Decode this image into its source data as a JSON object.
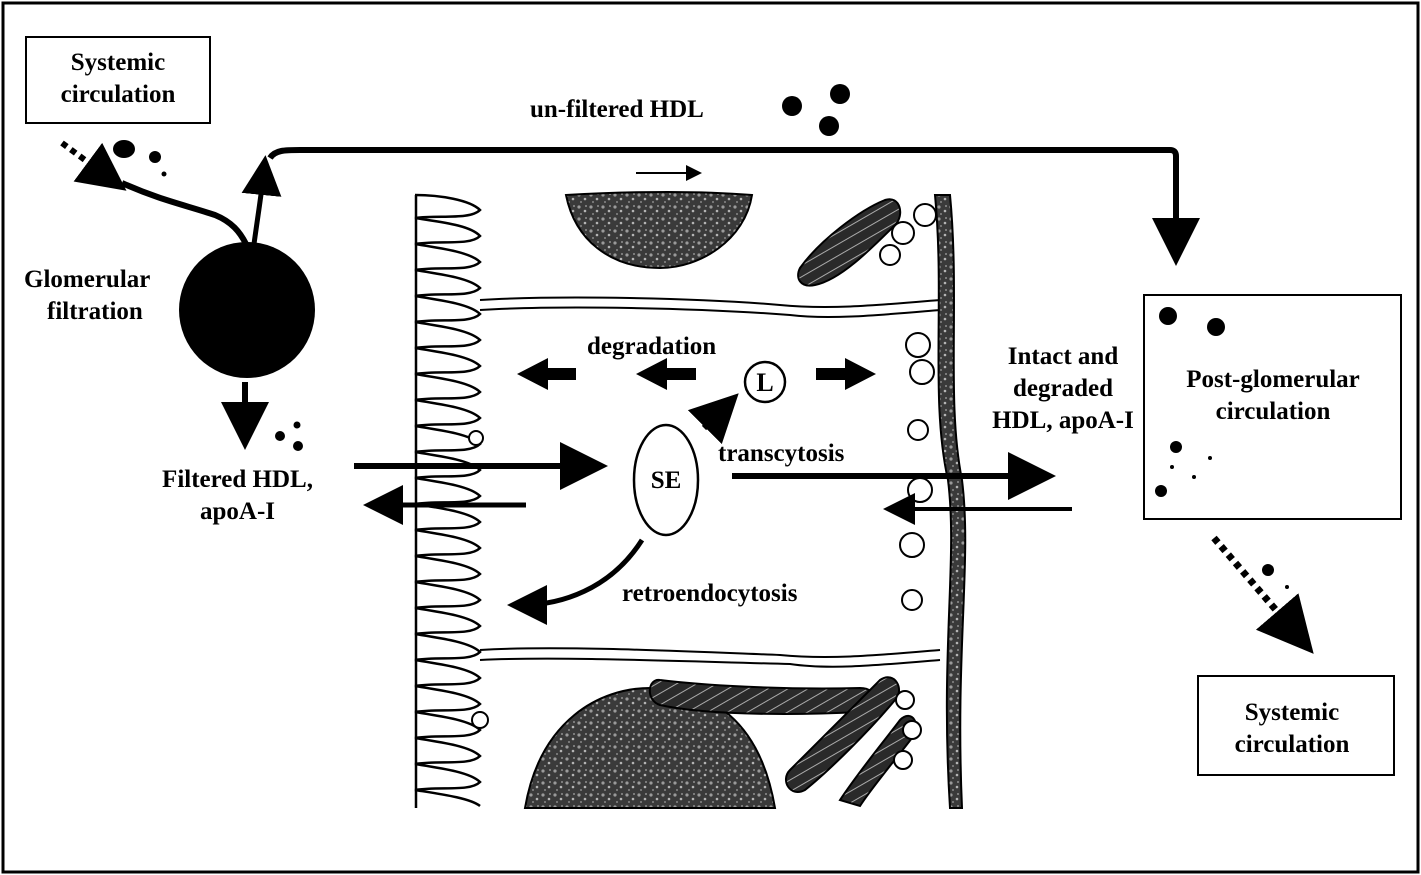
{
  "labels": {
    "systemic_circulation_top": [
      "Systemic",
      "circulation"
    ],
    "unfiltered_hdl": "un-filtered HDL",
    "glomerular_filtration": [
      "Glomerular",
      "filtration"
    ],
    "filtered_hdl": [
      "Filtered HDL,",
      "apoA-I"
    ],
    "degradation": "degradation",
    "lysosome": "L",
    "sorting_endosome": "SE",
    "transcytosis": "transcytosis",
    "retroendocytosis": "retroendocytosis",
    "intact_degraded": [
      "Intact and",
      "degraded",
      "HDL, apoA-I"
    ],
    "post_glomerular": [
      "Post-glomerular",
      "circulation"
    ],
    "systemic_circulation_bottom": [
      "Systemic",
      "circulation"
    ]
  },
  "colors": {
    "ink": "#000000",
    "background": "#ffffff",
    "tissue_dark": "#3a3a3a",
    "tissue_speckle": "#9a9a9a"
  }
}
